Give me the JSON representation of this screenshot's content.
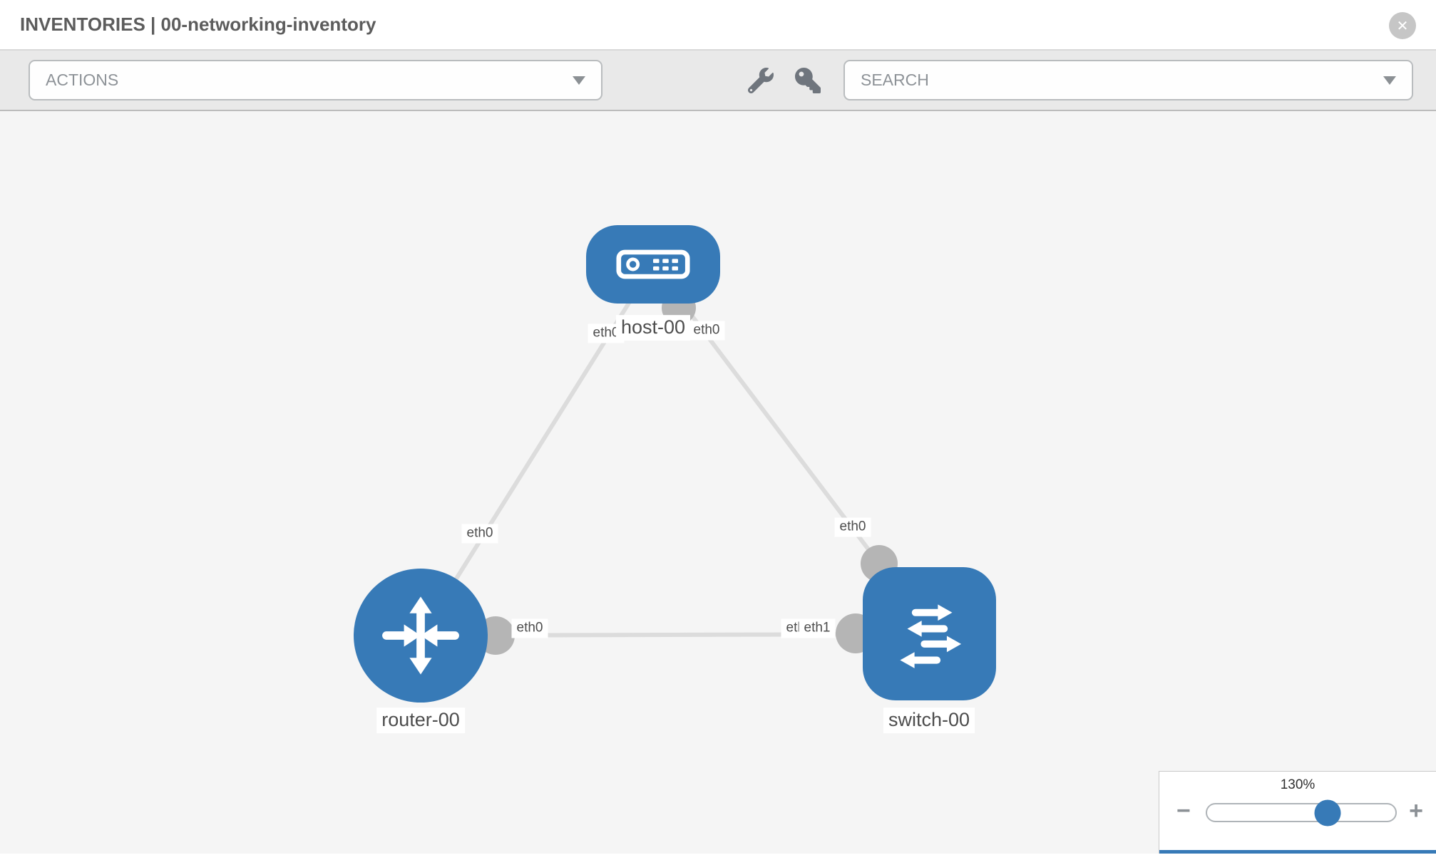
{
  "header": {
    "title": "INVENTORIES | 00-networking-inventory",
    "close_glyph": "✕"
  },
  "toolbar": {
    "actions_label": "ACTIONS",
    "search_placeholder": "SEARCH",
    "icons": [
      "wrench-icon",
      "key-icon"
    ]
  },
  "diagram": {
    "nodes": [
      {
        "label": "host-00",
        "type": "host"
      },
      {
        "label": "router-00",
        "type": "router"
      },
      {
        "label": "switch-00",
        "type": "switch"
      }
    ],
    "links": [
      {
        "from": "host-00",
        "to": "router-00",
        "from_iface": "eth0",
        "to_iface": "eth0"
      },
      {
        "from": "host-00",
        "to": "switch-00",
        "from_iface": "eth0",
        "to_iface": "eth0"
      },
      {
        "from": "router-00",
        "to": "switch-00",
        "from_iface": "eth0",
        "to_iface": "eth1"
      }
    ],
    "interface_labels": {
      "host_left": "eth0",
      "host_right": "eth0",
      "host_router_link": "eth0",
      "host_switch_link": "eth0",
      "router_port": "eth0",
      "switch_port_back": "eth0",
      "switch_port_front": "eth1"
    }
  },
  "zoom_control": {
    "level": "130%",
    "minus_glyph": "−",
    "plus_glyph": "+"
  },
  "colors": {
    "node_blue": "#377ab7",
    "link_gray": "#dcdcdc",
    "port_gray": "#b5b5b5",
    "canvas_bg": "#f5f5f5"
  }
}
